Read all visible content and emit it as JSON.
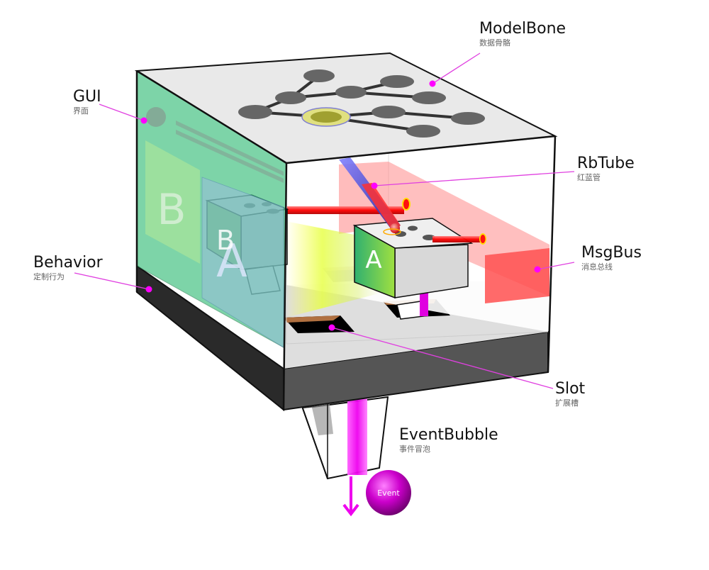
{
  "labels": {
    "modelbone": {
      "en": "ModelBone",
      "zh": "数据骨骼"
    },
    "gui": {
      "en": "GUI",
      "zh": "界面"
    },
    "rbtube": {
      "en": "RbTube",
      "zh": "红蓝管"
    },
    "msgbus": {
      "en": "MsgBus",
      "zh": "消息总线"
    },
    "behavior": {
      "en": "Behavior",
      "zh": "定制行为"
    },
    "slot": {
      "en": "Slot",
      "zh": "扩展槽"
    },
    "eventbubble": {
      "en": "EventBubble",
      "zh": "事件冒泡"
    }
  },
  "tiles": {
    "a": "A",
    "b": "B"
  },
  "event_ball": "Event",
  "colors": {
    "gui_panel": "#57c98f",
    "callout_line": "#e040e0",
    "callout_dot": "#ff00ff",
    "red_tube": "#ff2020",
    "blue_tube": "#4040c0",
    "msgbus": "#ff6b6b",
    "box_edge": "#111111",
    "base": "#555555",
    "event_ball": "#cc00cc",
    "skeleton_node": "#666666",
    "skeleton_root": "#d8d870"
  },
  "icons": [
    "arrow-down-icon"
  ]
}
